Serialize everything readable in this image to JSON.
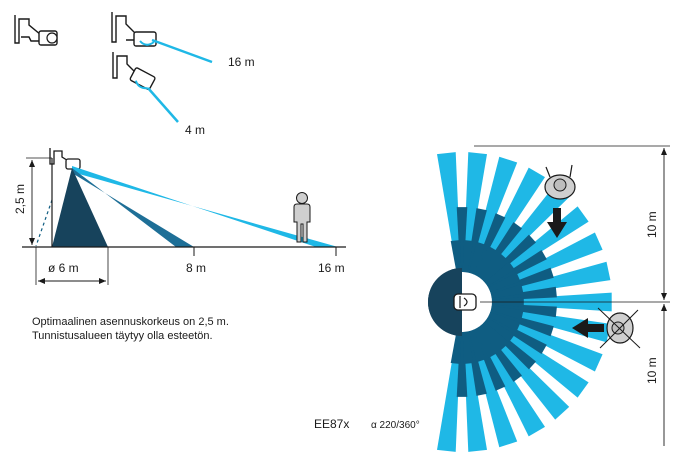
{
  "colors": {
    "light_blue": "#1fb8e6",
    "dark_blue": "#0f5d82",
    "navy": "#17435c",
    "line": "#1a1a1a"
  },
  "range_illustration": {
    "long_range_label": "16 m",
    "short_range_label": "4 m"
  },
  "side_view": {
    "height_label": "2,5 m",
    "diameter_label": "ø 6 m",
    "distance_labels": [
      "8 m",
      "16 m"
    ]
  },
  "top_view": {
    "dimension_labels": [
      "10 m",
      "10 m"
    ],
    "model_label": "EE87x",
    "angle_label": "α 220/360°"
  },
  "note_lines": [
    "Optimaalinen asennuskorkeus on 2,5 m.",
    "Tunnistusalueen täytyy olla esteetön."
  ],
  "icons": [
    "sensor-icon",
    "person-icon",
    "walking-person-icon",
    "arrow-down-icon",
    "arrow-left-icon"
  ]
}
